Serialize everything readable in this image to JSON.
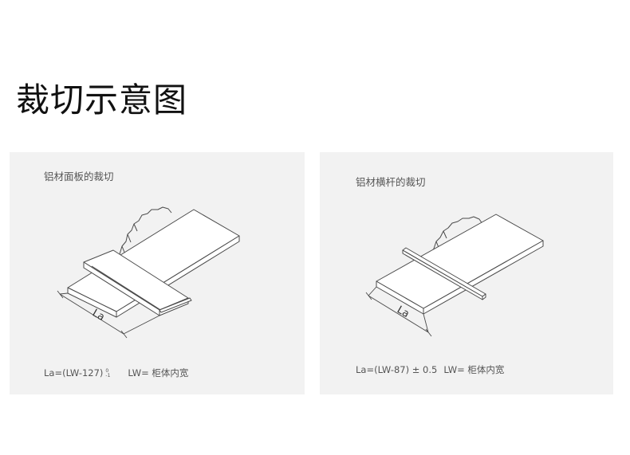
{
  "title": "裁切示意图",
  "panels": [
    {
      "caption": "铝材面板的裁切",
      "dimension_label": "La",
      "formula_main": "La=(LW-127)",
      "formula_tol_upper": "0",
      "formula_tol_lower": "-1",
      "formula_lw": "LW= 柜体内宽"
    },
    {
      "caption": "铝材横杆的裁切",
      "dimension_label": "La",
      "formula_main": "La=(LW-87)",
      "formula_tol": "± 0.5",
      "formula_lw": "LW= 柜体内宽"
    }
  ],
  "colors": {
    "panel_bg": "#f2f2f2",
    "line": "#4a4a4a",
    "text": "#555555"
  }
}
